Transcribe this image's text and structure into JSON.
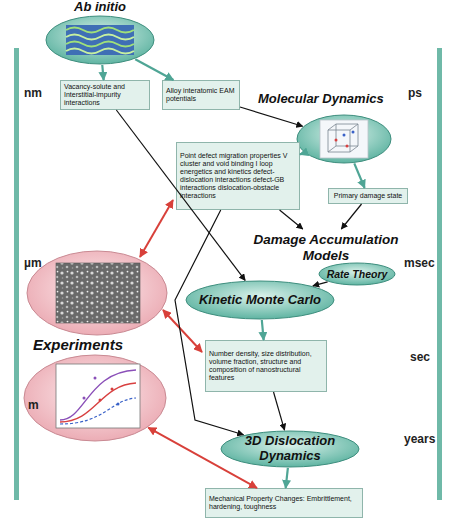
{
  "diagram": {
    "nodes": [
      {
        "text": [
          "Ab initio"
        ]
      },
      {
        "text": [
          "Vacancy-solute and Interstitial-impurity interactions"
        ]
      },
      {
        "text": [
          "Alloy interatomic EAM potentials"
        ]
      },
      {
        "text": [
          "Molecular Dynamics"
        ]
      },
      {
        "text": [
          "Point defect migration properties V cluster and void binding I loop energetics and kinetics defect-dislocation interactions defect-GB interactions dislocation-obstacle interactions"
        ]
      },
      {
        "text": [
          "Primary damage state"
        ]
      },
      {
        "text": [
          "Damage Accumulation Models"
        ]
      },
      {
        "text": [
          "Rate Theory"
        ]
      },
      {
        "text": [
          "Kinetic Monte Carlo"
        ]
      },
      {
        "text": [
          "Number density, size distribution, volume fraction, structure and composition of nanostructural features"
        ]
      },
      {
        "text": [
          "Experiments"
        ]
      },
      {
        "text": [
          "3D Dislocation Dynamics"
        ]
      },
      {
        "text": [
          "Mechanical Property Changes: Embrittlement, hardening, toughness"
        ]
      }
    ],
    "edges": [
      {
        "from": 0,
        "to": 1,
        "arrow": "to"
      },
      {
        "from": 0,
        "to": 2,
        "arrow": "to"
      },
      {
        "from": 1,
        "to": 8,
        "arrow": "to"
      },
      {
        "from": 2,
        "to": 3,
        "arrow": "to"
      },
      {
        "from": 3,
        "to": 4,
        "arrow": "to"
      },
      {
        "from": 3,
        "to": 5,
        "arrow": "to"
      },
      {
        "from": 4,
        "to": 6,
        "arrow": "to"
      },
      {
        "from": 5,
        "to": 6,
        "arrow": "to"
      },
      {
        "from": 4,
        "to": 11,
        "arrow": "to"
      },
      {
        "from": 7,
        "to": 8,
        "arrow": "to"
      },
      {
        "from": 8,
        "to": 9,
        "arrow": "to"
      },
      {
        "from": 9,
        "to": 11,
        "arrow": "to"
      },
      {
        "from": 11,
        "to": 12,
        "arrow": "to"
      },
      {
        "from": 10,
        "to": 12,
        "arrow": "both"
      }
    ],
    "labels": [
      "nm",
      "µm",
      "m",
      "ps",
      "msec",
      "sec",
      "years"
    ]
  }
}
